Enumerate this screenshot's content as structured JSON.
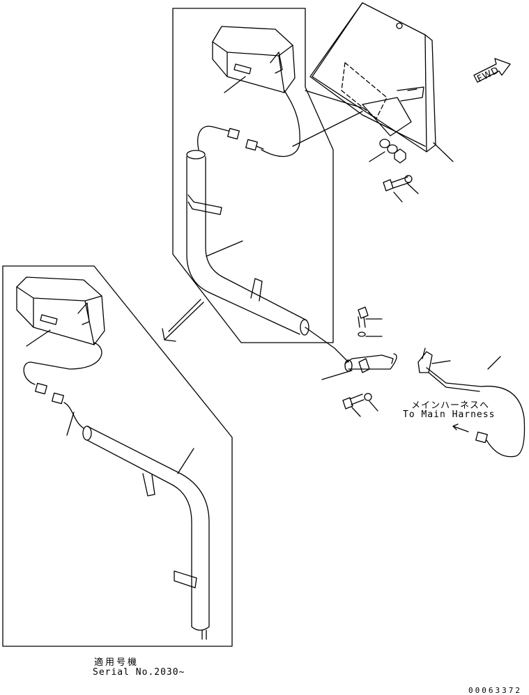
{
  "fwd_label": "FWD",
  "harness_note_jp": "メインハーネスへ",
  "harness_note_en": "To Main Harness",
  "applicable_jp": "適用号機",
  "serial_note": "Serial No.2030~",
  "drawing_number": "00063372"
}
